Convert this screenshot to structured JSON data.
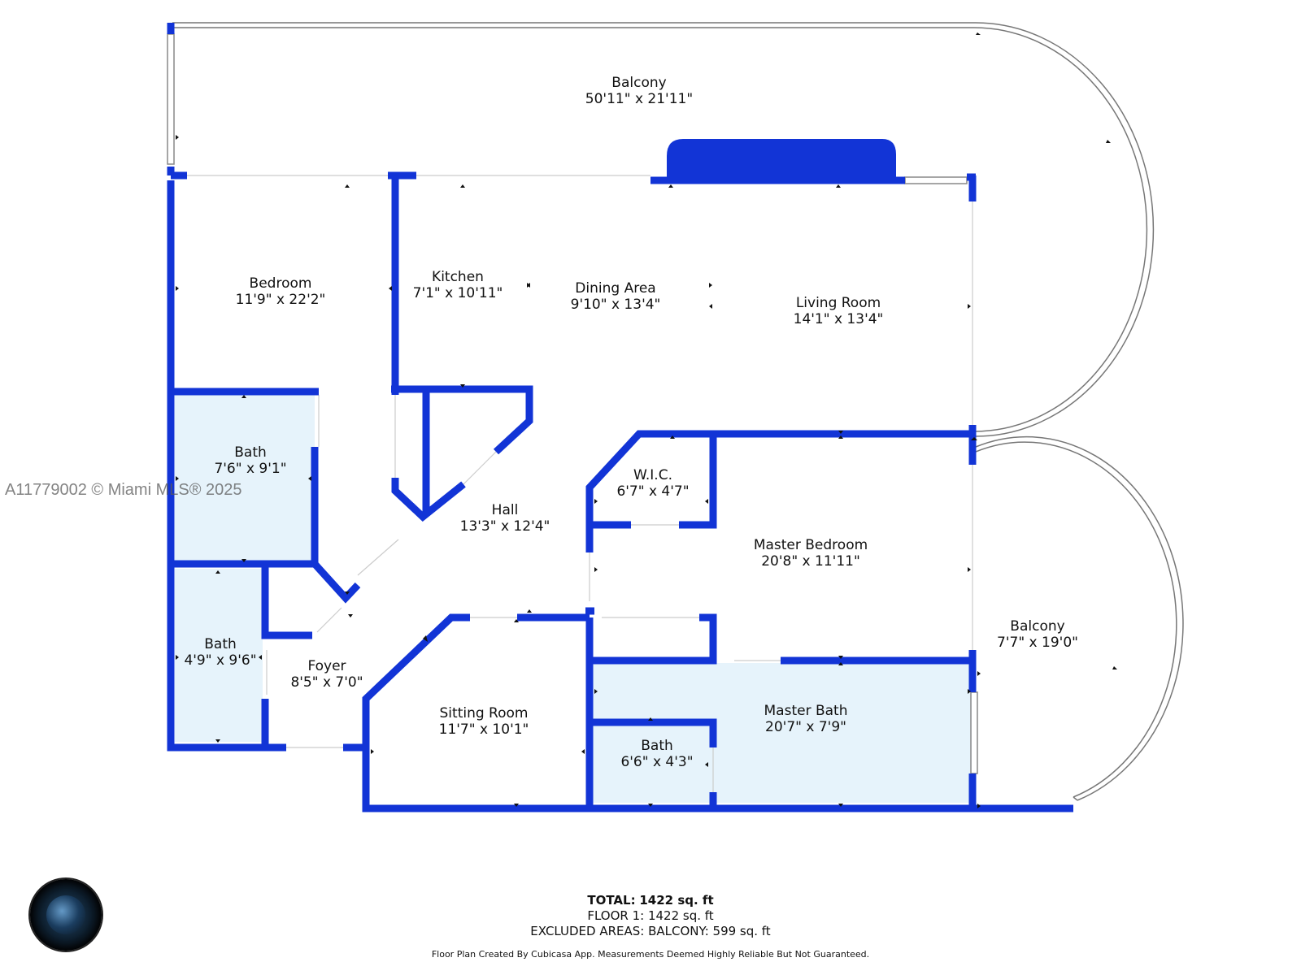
{
  "rooms": {
    "balcony_top": {
      "name": "Balcony",
      "dims": "50'11\" x 21'11\""
    },
    "bedroom": {
      "name": "Bedroom",
      "dims": "11'9\" x 22'2\""
    },
    "kitchen": {
      "name": "Kitchen",
      "dims": "7'1\" x 10'11\""
    },
    "dining": {
      "name": "Dining Area",
      "dims": "9'10\" x 13'4\""
    },
    "living": {
      "name": "Living Room",
      "dims": "14'1\" x 13'4\""
    },
    "bath1": {
      "name": "Bath",
      "dims": "7'6\" x 9'1\""
    },
    "wic": {
      "name": "W.I.C.",
      "dims": "6'7\" x 4'7\""
    },
    "hall": {
      "name": "Hall",
      "dims": "13'3\" x 12'4\""
    },
    "master_bedroom": {
      "name": "Master Bedroom",
      "dims": "20'8\" x 11'11\""
    },
    "bath2": {
      "name": "Bath",
      "dims": "4'9\" x 9'6\""
    },
    "foyer": {
      "name": "Foyer",
      "dims": "8'5\" x 7'0\""
    },
    "balcony_right": {
      "name": "Balcony",
      "dims": "7'7\" x 19'0\""
    },
    "sitting": {
      "name": "Sitting Room",
      "dims": "11'7\" x 10'1\""
    },
    "master_bath": {
      "name": "Master Bath",
      "dims": "20'7\" x 7'9\""
    },
    "bath3": {
      "name": "Bath",
      "dims": "6'6\" x 4'3\""
    }
  },
  "footer": {
    "total_label": "TOTAL:",
    "total_value": "1422 sq. ft",
    "floor": "FLOOR 1: 1422 sq. ft",
    "excluded": "EXCLUDED AREAS: BALCONY: 599 sq. ft",
    "disclaimer": "Floor Plan Created By Cubicasa App. Measurements Deemed Highly Reliable But Not Guaranteed."
  },
  "watermark": "A11779002 © Miami MLS® 2025",
  "colors": {
    "wall": "#1234d6",
    "bath_fill": "#e6f3fb",
    "outline": "#777777"
  }
}
